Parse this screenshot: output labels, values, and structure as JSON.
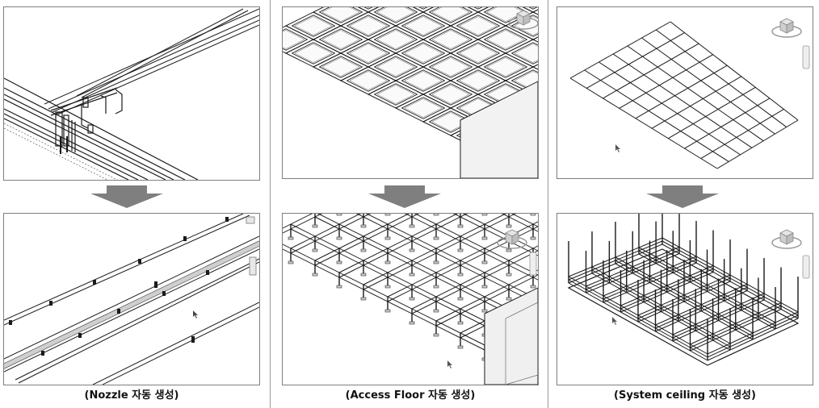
{
  "panels": [
    {
      "caption": "(Nozzle 자동 생성)"
    },
    {
      "caption": "(Access Floor 자동 생성)"
    },
    {
      "caption": "(System ceiling 자동 생성)"
    }
  ],
  "colors": {
    "arrow": "#7f7f7f",
    "border": "#7f7f7f",
    "line": "#1a1a1a",
    "divider": "#9a9a9a"
  },
  "icons": [
    "view-cube-icon",
    "navigation-bar-icon",
    "down-arrow-icon",
    "cursor-icon"
  ]
}
